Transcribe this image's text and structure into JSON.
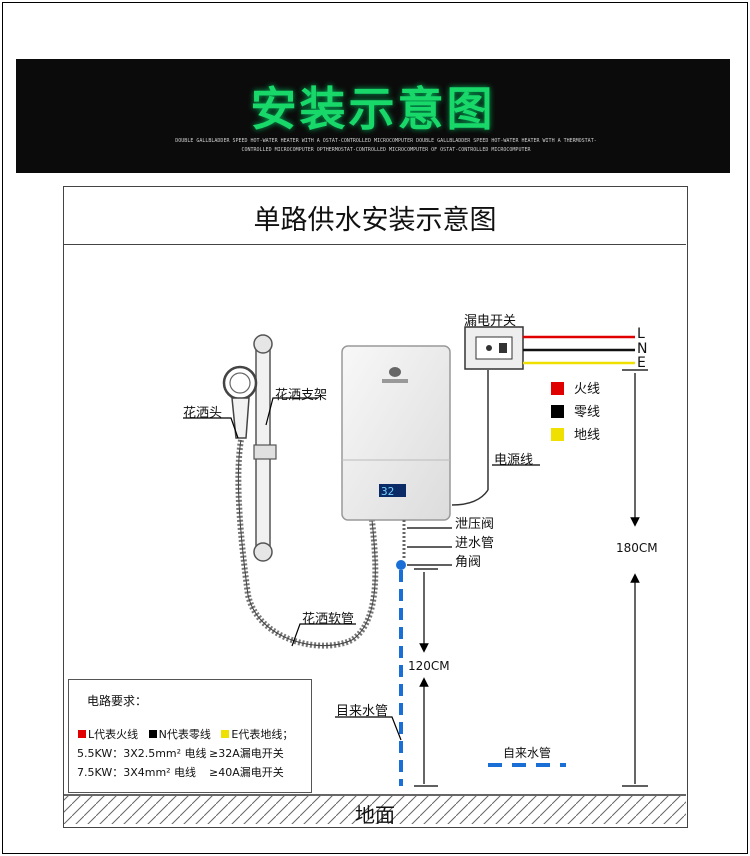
{
  "banner": {
    "title": "安装示意图",
    "subtitle": "DOUBLE GALLBLADDER SPEED HOT-WATER HEATER WITH A OSTAT-CONTROLLED MICROCOMPUTER DOUBLE GALLBLADDER SPEED HOT-WATER HEATER WITH A THERMOSTAT-CONTROLLED MICROCOMPUTER OPTHERMOSTAT-CONTROLLED MICROCOMPUTER OF OSTAT-CONTROLLED MICROCOMPUTER"
  },
  "panel": {
    "title": "单路供水安装示意图"
  },
  "labels": {
    "leakage_switch": "漏电开关",
    "shower_head": "花洒头",
    "shower_bracket": "花洒支架",
    "power_cord": "电源线",
    "relief_valve": "泄压阀",
    "inlet_pipe": "进水管",
    "angle_valve": "角阀",
    "shower_hose": "花洒软管",
    "tap_water_pipe_left": "目来水管",
    "tap_water_pipe_right": "自来水管",
    "height_120": "120CM",
    "height_180": "180CM",
    "ground": "地面",
    "display_reading": "32"
  },
  "wires": {
    "l": "L",
    "n": "N",
    "e": "E"
  },
  "legend": [
    {
      "color": "#e00000",
      "text": "火线"
    },
    {
      "color": "#000000",
      "text": "零线"
    },
    {
      "color": "#f0e000",
      "text": "地线"
    }
  ],
  "requirements": {
    "title": "电路要求：",
    "legend": [
      {
        "color": "#e00000",
        "text": "L代表火线"
      },
      {
        "color": "#000000",
        "text": "N代表零线"
      },
      {
        "color": "#f0e000",
        "text": "E代表地线；"
      }
    ],
    "rows": [
      {
        "spec": "5.5KW：3X2.5mm² 电线",
        "breaker": "≥32A漏电开关"
      },
      {
        "spec": "7.5KW：3X4mm² 电线",
        "breaker": "≥40A漏电开关"
      }
    ]
  },
  "colors": {
    "banner_bg": "#0b0b0b",
    "banner_title": "#19d86a",
    "water_pipe": "#1a6fd6",
    "live": "#e00000",
    "neutral": "#000000",
    "earth": "#f0e000"
  }
}
